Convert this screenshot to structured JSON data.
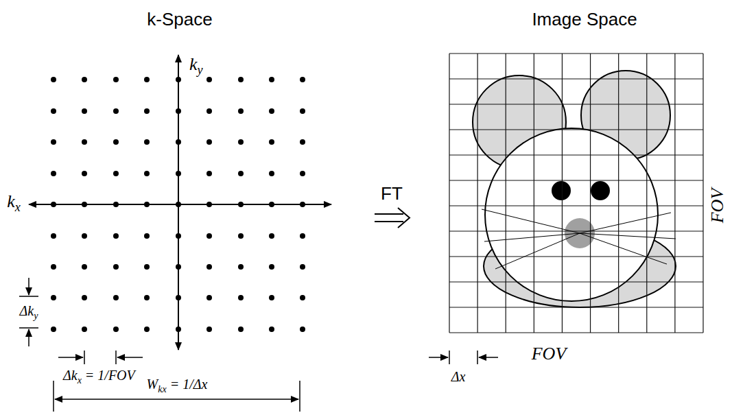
{
  "diagram": {
    "labels": [
      "k-Space",
      "Image Space",
      "k",
      "y",
      "k",
      "x",
      "FT",
      "Δk",
      "y",
      "Δk",
      "x",
      "= 1/FOV",
      "W",
      "kx",
      "= 1/Δx",
      "FOV",
      "FOV",
      "Δx"
    ]
  }
}
